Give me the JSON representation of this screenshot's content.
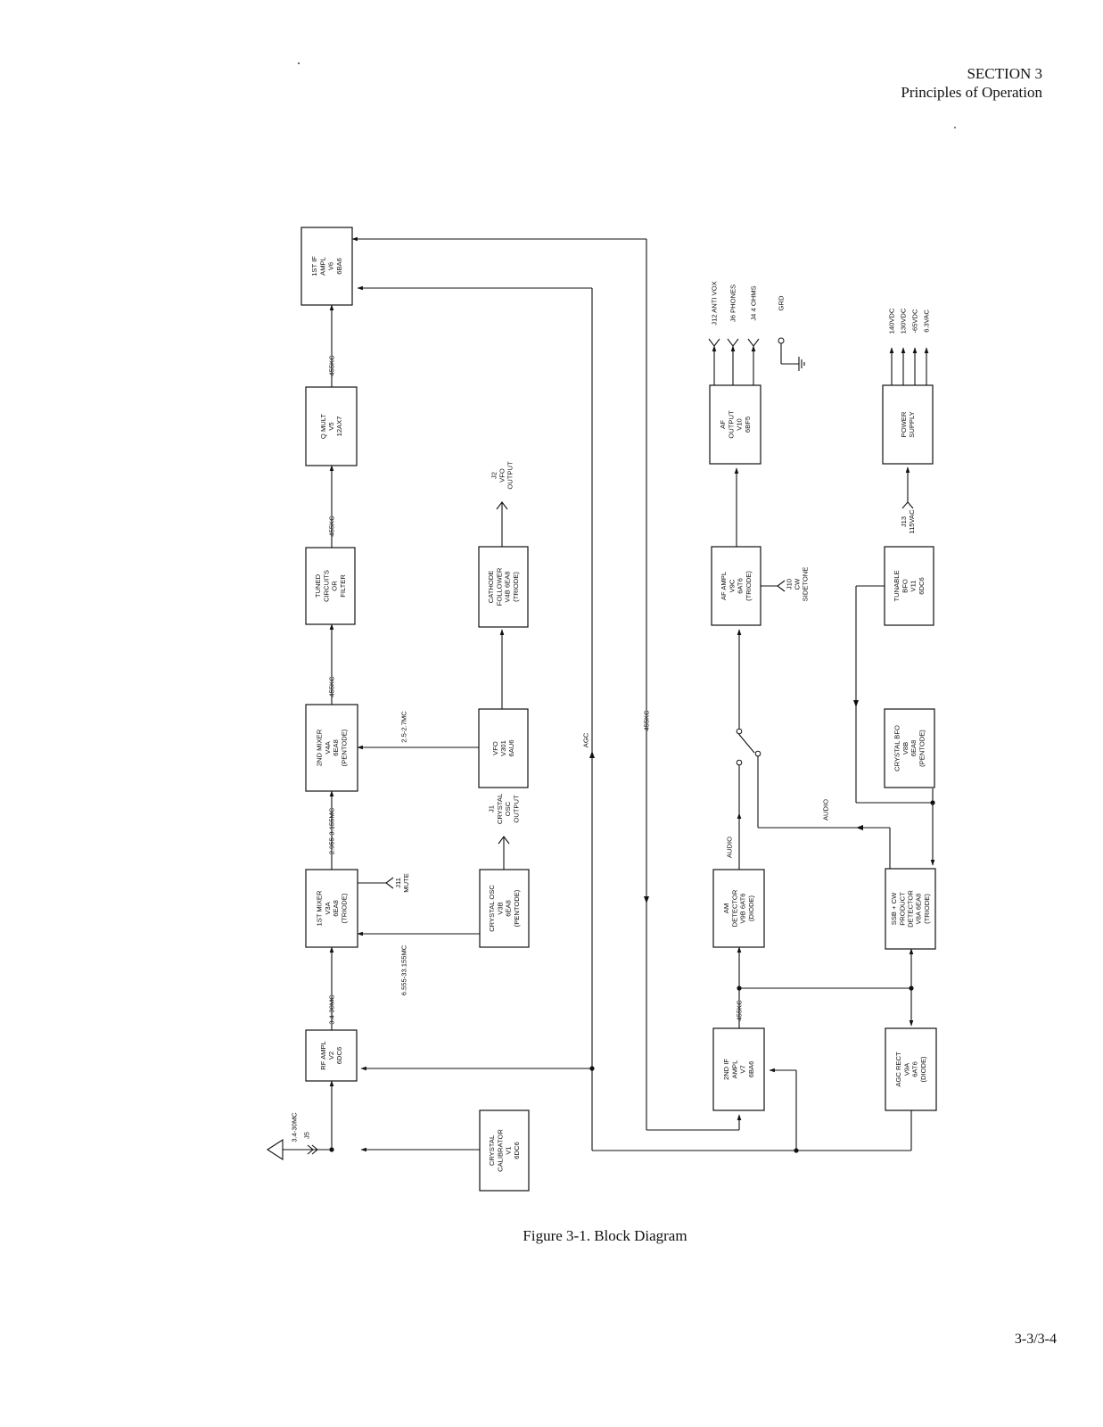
{
  "header": {
    "section": "SECTION 3",
    "subtitle": "Principles of Operation"
  },
  "caption": "Figure 3-1.  Block Diagram",
  "page_number": "3-3/3-4",
  "blocks": {
    "if_amp1": [
      "1ST IF",
      "AMPL",
      "V6",
      "6BA6"
    ],
    "q_mult": [
      "Q MULT",
      "V5",
      "12AX7"
    ],
    "tuned": [
      "TUNED",
      "CIRCUITS",
      "OR",
      "FILTER"
    ],
    "mixer2": [
      "2ND MIXER",
      "V4A",
      "6EA8",
      "(PENTODE)"
    ],
    "mixer1": [
      "1ST MIXER",
      "V3A",
      "6EA8",
      "(TRIODE)"
    ],
    "rf_amp": [
      "RF AMPL",
      "V2",
      "6DC6"
    ],
    "cal": [
      "CRYSTAL",
      "CALIBRATOR",
      "V1",
      "6DC6"
    ],
    "xtal_osc": [
      "CRYSTAL OSC",
      "V3B",
      "6EA8",
      "(PENTODE)"
    ],
    "vfo": [
      "VFO",
      "V301",
      "6AU6"
    ],
    "cathode": [
      "CATHODE",
      "FOLLOWER",
      "V4B 6EA8",
      "(TRIODE)"
    ],
    "af_out": [
      "AF",
      "OUTPUT",
      "V10",
      "6BF5"
    ],
    "af_amp": [
      "AF AMPL",
      "V9C",
      "6AT6",
      "(TRIODE)"
    ],
    "am_det": [
      "AM",
      "DETECTOR",
      "V9B 6AT6",
      "(DIODE)"
    ],
    "if_amp2": [
      "2ND IF",
      "AMPL",
      "V7",
      "6BA6"
    ],
    "power": [
      "POWER",
      "SUPPLY"
    ],
    "bfo_tune": [
      "TUNABLE",
      "BFO",
      "V11",
      "6DC6"
    ],
    "bfo_xtal": [
      "CRYSTAL BFO",
      "V8B",
      "6EA8",
      "(PENTODE)"
    ],
    "prod_det": [
      "SSB + CW",
      "PRODUCT",
      "DETECTOR",
      "V8A 6EA8",
      "(TRIODE)"
    ],
    "agc_rect": [
      "AGC RECT",
      "V9A",
      "6AT6",
      "(DIODE)"
    ]
  },
  "labels": {
    "f455_a": "455KC",
    "f455_b": "455KC",
    "f455_c": "455KC",
    "f455_d": "455KC",
    "f455_e": "455KC",
    "f_29": "2.955-3.155MC",
    "f_34": "3.4-30MC",
    "f_34_ant": "3.4-30MC",
    "f_25": "2.5-2.7MC",
    "f_65": "6.555-33.155MC",
    "agc": "AGC",
    "audio1": "AUDIO",
    "audio2": "AUDIO",
    "j5": "J5",
    "j11": [
      "J11",
      "MUTE"
    ],
    "j1": [
      "J1",
      "CRYSTAL",
      "OSC",
      "OUTPUT"
    ],
    "j2": [
      "J2",
      "VFO",
      "OUTPUT"
    ],
    "j10": [
      "J10",
      "CW",
      "SIDETONE"
    ],
    "j12": "J12  ANTI VOX",
    "j6": "J6  PHONES",
    "j4": "J4  4 OHMS",
    "grd": "GRD",
    "j13": [
      "J13",
      "115VAC"
    ],
    "outputs": [
      "140VDC",
      "130VDC",
      "-65VDC",
      "6.3VAC"
    ]
  }
}
